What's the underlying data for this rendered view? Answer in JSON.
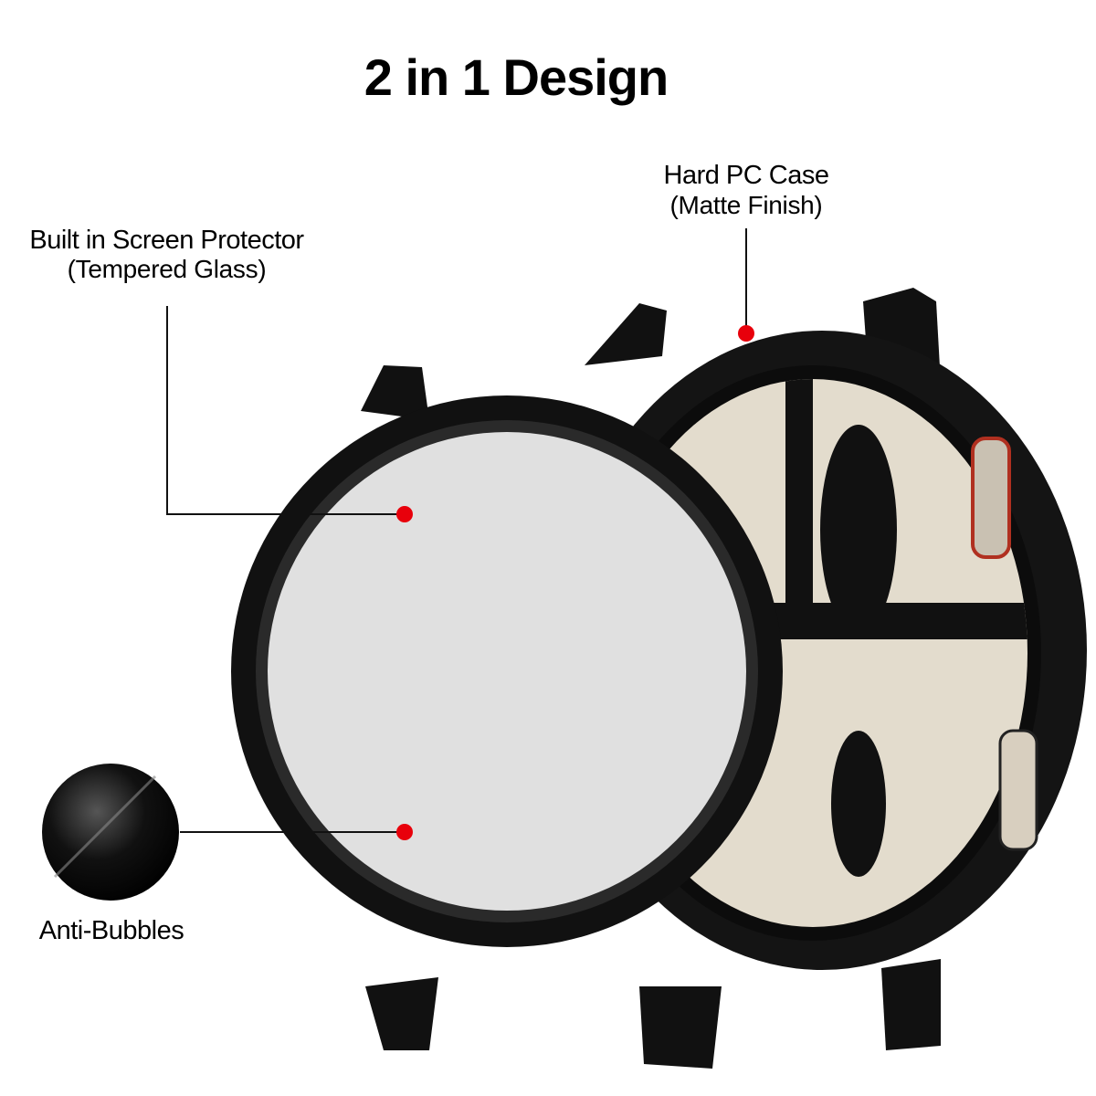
{
  "title": "2 in 1 Design",
  "callouts": {
    "case": {
      "label": "Hard PC Case",
      "sub": "(Matte Finish)"
    },
    "protector": {
      "label": "Built in Screen Protector",
      "sub": "(Tempered Glass)"
    },
    "bubbles": {
      "label": "Anti-Bubbles"
    }
  },
  "colors": {
    "accent_dot": "#e8000b",
    "case": "#141414",
    "watch_face": "#e3dccd"
  }
}
